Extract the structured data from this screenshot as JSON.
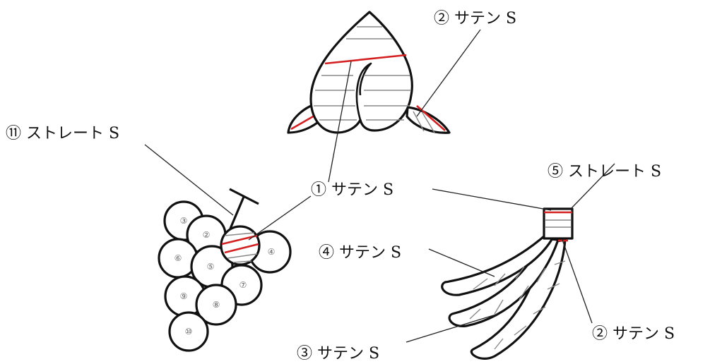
{
  "labels": {
    "peach_leaf": "② サテン S",
    "grape_stem": "⑪ ストレート S",
    "center": "① サテン S",
    "banana_top": "⑤ ストレート S",
    "banana_upper": "④ サテン S",
    "banana_right": "② サテン S",
    "banana_lower": "③ サテン S"
  },
  "grape_numbers": {
    "g2": "②",
    "g3": "③",
    "g4": "④",
    "g5": "⑤",
    "g6": "⑥",
    "g7": "⑦",
    "g8": "⑧",
    "g9": "⑨",
    "g10": "⑩"
  },
  "colors": {
    "outline": "#111111",
    "stitch": "#888888",
    "accent": "#d42020"
  }
}
